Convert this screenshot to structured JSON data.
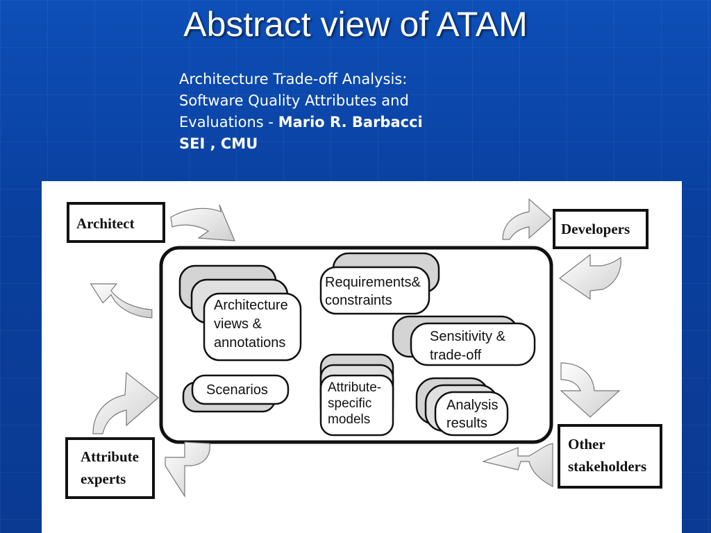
{
  "slide": {
    "title": "Abstract view of ATAM",
    "citation_line1": "Architecture Trade-off Analysis:",
    "citation_line2": "Software Quality Attributes and",
    "citation_line3_prefix": "Evaluations - ",
    "citation_author": "Mario R. Barbacci",
    "citation_org": "SEI , CMU"
  },
  "diagram": {
    "roles": {
      "architect": "Architect",
      "developers": "Developers",
      "attribute_experts_line1": "Attribute",
      "attribute_experts_line2": "experts",
      "other_stakeholders_line1": "Other",
      "other_stakeholders_line2": "stakeholders"
    },
    "artifacts": {
      "architecture_views_line1": "Architecture",
      "architecture_views_line2": "views &",
      "architecture_views_line3": "annotations",
      "requirements_line1": "Requirements&",
      "requirements_line2": "constraints",
      "sensitivity_line1": "Sensitivity &",
      "sensitivity_line2": "trade-off",
      "scenarios": "Scenarios",
      "attribute_models_line1": "Attribute-",
      "attribute_models_line2": "specific",
      "attribute_models_line3": "models",
      "analysis_results_line1": "Analysis",
      "analysis_results_line2": "results"
    }
  }
}
